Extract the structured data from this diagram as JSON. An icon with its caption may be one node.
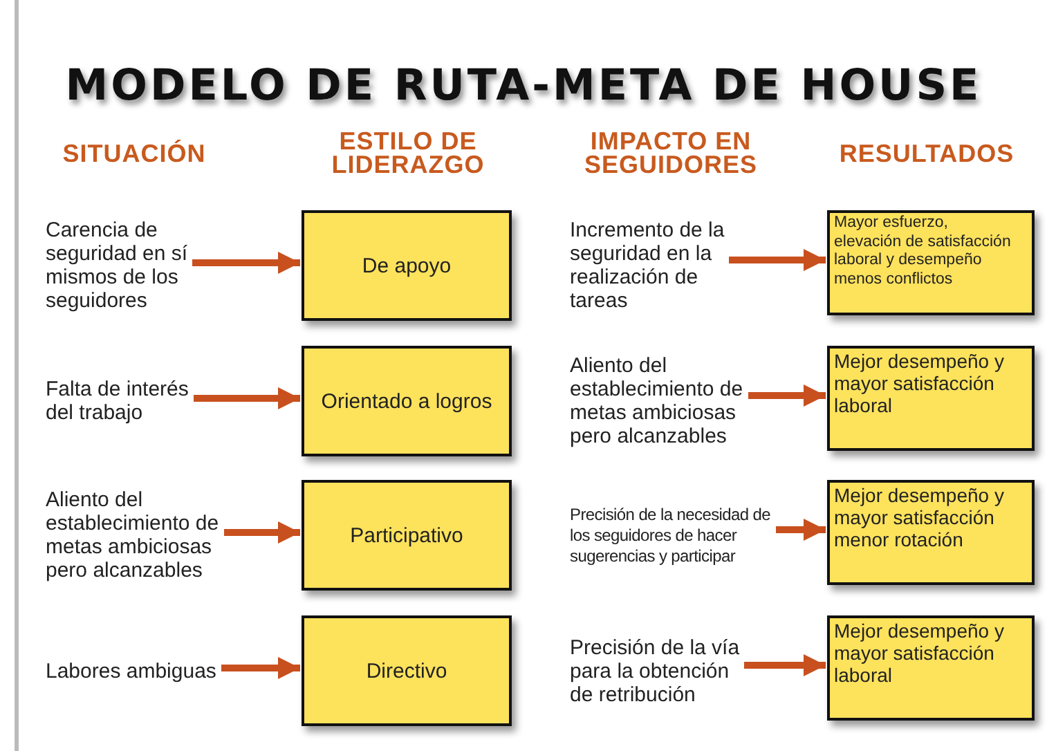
{
  "diagram": {
    "title": "MODELO DE RUTA-META DE HOUSE",
    "labels": [
      "SITUACIÓN",
      "ESTILO DE LIDERAZGO",
      "IMPACTO EN SEGUIDORES",
      "RESULTADOS"
    ],
    "nodes": [
      {
        "text": [
          "Carencia de seguridad en sí mismos de los seguidores"
        ]
      },
      {
        "text": [
          "De apoyo"
        ]
      },
      {
        "text": [
          "Incremento de la seguridad en la realización de tareas"
        ]
      },
      {
        "text": [
          "Mayor esfuerzo, elevación de satisfacción laboral y desempeño menos conflictos"
        ]
      },
      {
        "text": [
          "Falta de interés del trabajo"
        ]
      },
      {
        "text": [
          "Orientado a logros"
        ]
      },
      {
        "text": [
          "Aliento del establecimiento de metas ambiciosas pero alcanzables"
        ]
      },
      {
        "text": [
          "Mejor desempeño y mayor satisfacción laboral"
        ]
      },
      {
        "text": [
          "Aliento del establecimiento de metas ambiciosas pero alcanzables"
        ]
      },
      {
        "text": [
          "Participativo"
        ]
      },
      {
        "text": [
          "Precisión de la necesidad de los seguidores de hacer sugerencias y participar"
        ]
      },
      {
        "text": [
          "Mejor desempeño y mayor satisfacción menor rotación"
        ]
      },
      {
        "text": [
          "Labores ambiguas"
        ]
      },
      {
        "text": [
          "Directivo"
        ]
      },
      {
        "text": [
          "Precisión de la vía para la obtención de retribución"
        ]
      },
      {
        "text": [
          "Mejor desempeño y mayor satisfacción laboral"
        ]
      }
    ],
    "edges": [
      {
        "from": 0,
        "to": 1,
        "arrow": "to"
      },
      {
        "from": 2,
        "to": 3,
        "arrow": "to"
      },
      {
        "from": 4,
        "to": 5,
        "arrow": "to"
      },
      {
        "from": 6,
        "to": 7,
        "arrow": "to"
      },
      {
        "from": 8,
        "to": 9,
        "arrow": "to"
      },
      {
        "from": 10,
        "to": 11,
        "arrow": "to"
      },
      {
        "from": 12,
        "to": 13,
        "arrow": "to"
      },
      {
        "from": 14,
        "to": 15,
        "arrow": "to"
      }
    ]
  }
}
